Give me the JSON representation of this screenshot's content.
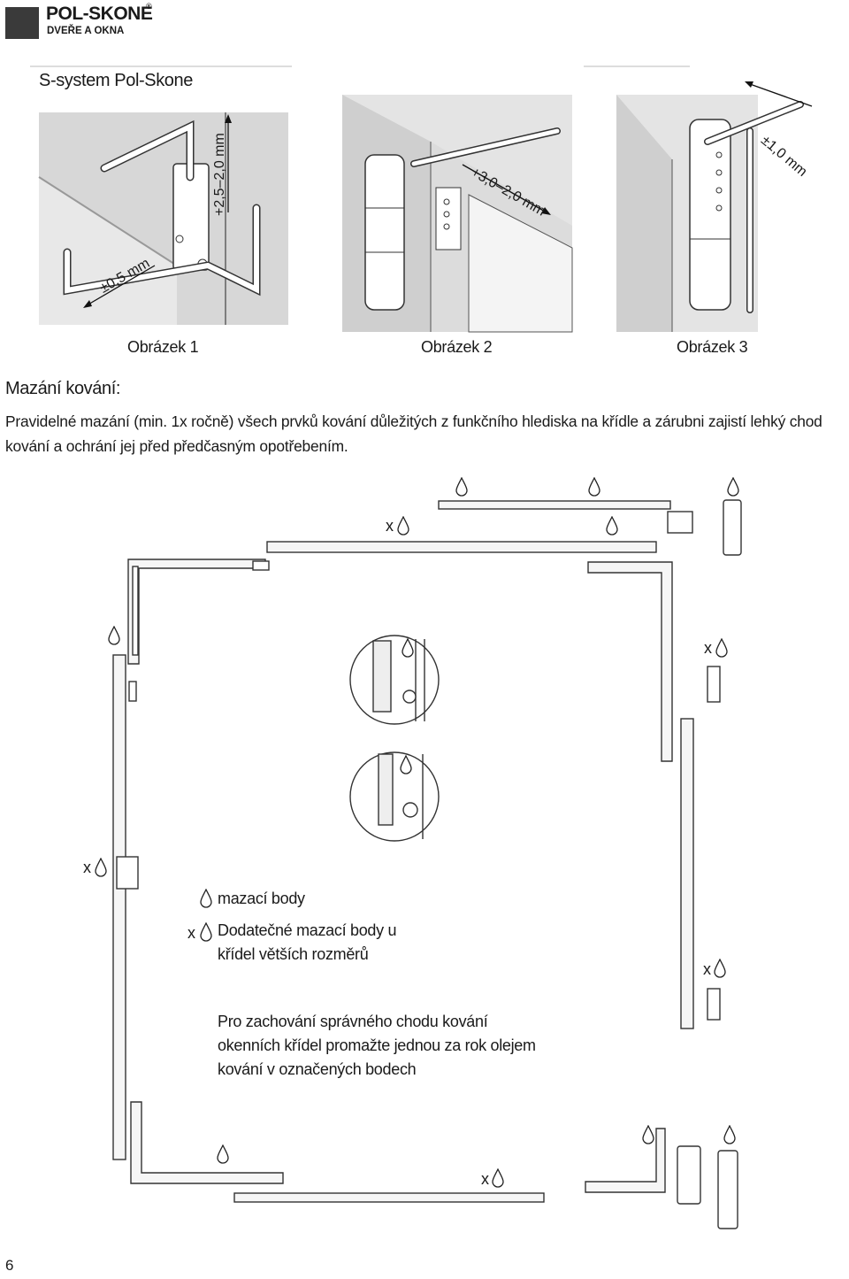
{
  "brand": {
    "name": "POL-SKONE",
    "registered": "®",
    "tagline": "DVEŘE A OKNA"
  },
  "figures": {
    "title": "S-system Pol-Skone",
    "fig1": {
      "caption": "Obrázek 1",
      "adjust_vertical": "+2,5–2,0 mm",
      "adjust_side": "±0,5 mm"
    },
    "fig2": {
      "caption": "Obrázek 2",
      "adjust": "+3,0–2,0 mm"
    },
    "fig3": {
      "caption": "Obrázek 3",
      "adjust": "±1,0 mm"
    }
  },
  "section": {
    "heading": "Mazání kování:",
    "paragraph": "Pravidelné mazání (min. 1x ročně) všech prvků kování důležitých z funkčního hlediska na křídle a zárubni zajistí lehký chod kování a ochrání jej před předčasným opotřebením."
  },
  "legend": {
    "marker_x": "x",
    "points": "mazací body",
    "additional_line1": "Dodatečné mazací body u",
    "additional_line2": "křídel větších rozměrů"
  },
  "note": "Pro zachování správného chodu kování okenních křídel promažte jednou za rok olejem kování v označených bodech",
  "page_number": "6"
}
